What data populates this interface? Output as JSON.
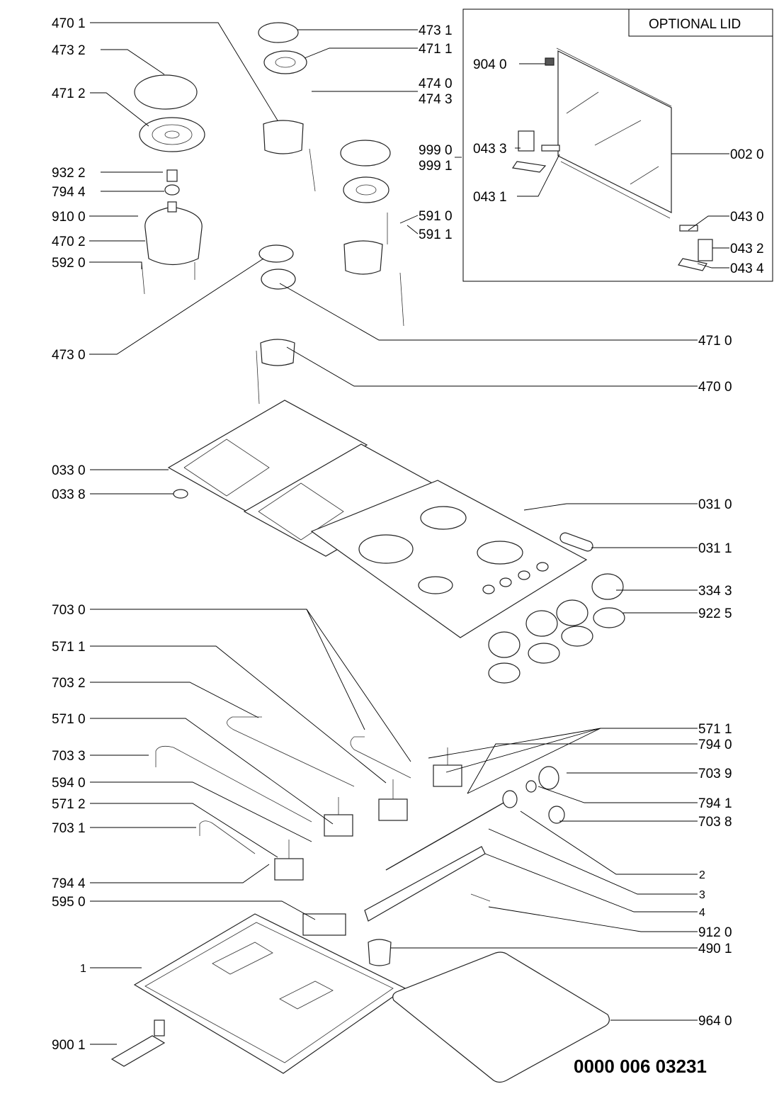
{
  "diagram": {
    "type": "exploded-parts-diagram",
    "document_number": "0000 006 03231",
    "optional_box_title": "OPTIONAL LID",
    "labels_left": [
      "470 1",
      "473 2",
      "471 2",
      "932 2",
      "794 4",
      "910 0",
      "470 2",
      "592 0",
      "473 0",
      "033 0",
      "033 8",
      "703 0",
      "571 1",
      "703 2",
      "571 0",
      "703 3",
      "594 0",
      "571 2",
      "703 1",
      "794 4",
      "595 0",
      "1",
      "900 1"
    ],
    "labels_right": [
      "473 1",
      "471 1",
      "474 0",
      "474 3",
      "999 0",
      "999 1",
      "591 0",
      "591 1",
      "471 0",
      "470 0",
      "031 0",
      "031 1",
      "334 3",
      "922 5",
      "571 1",
      "794 0",
      "703 9",
      "794 1",
      "703 8",
      "2",
      "3",
      "4",
      "912 0",
      "490 1",
      "964 0"
    ],
    "labels_lid": [
      "904 0",
      "043 3",
      "043 1",
      "002 0",
      "043 0",
      "043 2",
      "043 4"
    ],
    "parts": {
      "burner_caps": [
        "473 0",
        "473 1",
        "473 2"
      ],
      "burner_heads": [
        "471 0",
        "471 1",
        "471 2"
      ],
      "burner_bodies": [
        "470 0",
        "470 1",
        "470 2"
      ],
      "pan_supports": [
        "033 0"
      ],
      "hob_top": [
        "031 0",
        "031 1"
      ],
      "knobs": [
        "334 3",
        "922 5"
      ],
      "gas_taps": [
        "571 0",
        "571 1",
        "571 2"
      ],
      "gas_pipes": [
        "703 0",
        "703 1",
        "703 2",
        "703 3",
        "703 8",
        "703 9"
      ],
      "lid": [
        "002 0",
        "043 0",
        "043 1",
        "043 2",
        "043 3",
        "043 4",
        "904 0"
      ],
      "base": [
        "1",
        "964 0",
        "900 1",
        "490 1",
        "912 0",
        "595 0"
      ]
    }
  }
}
